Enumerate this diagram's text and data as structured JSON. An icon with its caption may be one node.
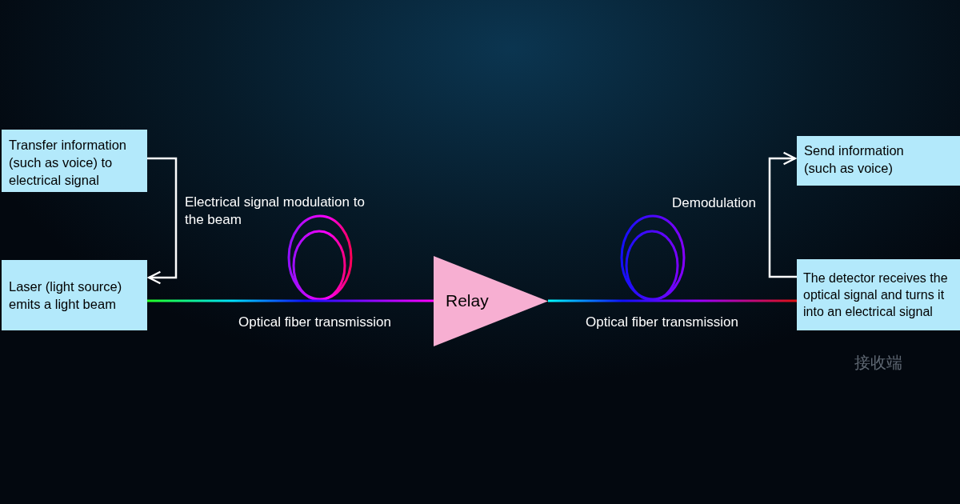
{
  "diagram": {
    "nodes": [
      {
        "text": [
          "Transfer information (such as voice) to electrical signal"
        ]
      },
      {
        "text": [
          "Laser (light source) emits a light beam"
        ]
      },
      {
        "text": [
          "Relay"
        ]
      },
      {
        "text": [
          "Send information (such as voice)"
        ]
      },
      {
        "text": [
          "The detector receives the optical signal and turns it into an electrical signal"
        ]
      }
    ],
    "edges": [
      {
        "from": 0,
        "to": 1,
        "arrow": "to",
        "label": "Electrical signal modulation to the beam"
      },
      {
        "from": 1,
        "to": 2,
        "arrow": "none",
        "label": "Optical fiber transmission"
      },
      {
        "from": 2,
        "to": 4,
        "arrow": "none",
        "label": "Optical fiber transmission"
      },
      {
        "from": 4,
        "to": 3,
        "arrow": "to",
        "label": "Demodulation"
      }
    ],
    "labels": [
      "接收端"
    ]
  }
}
